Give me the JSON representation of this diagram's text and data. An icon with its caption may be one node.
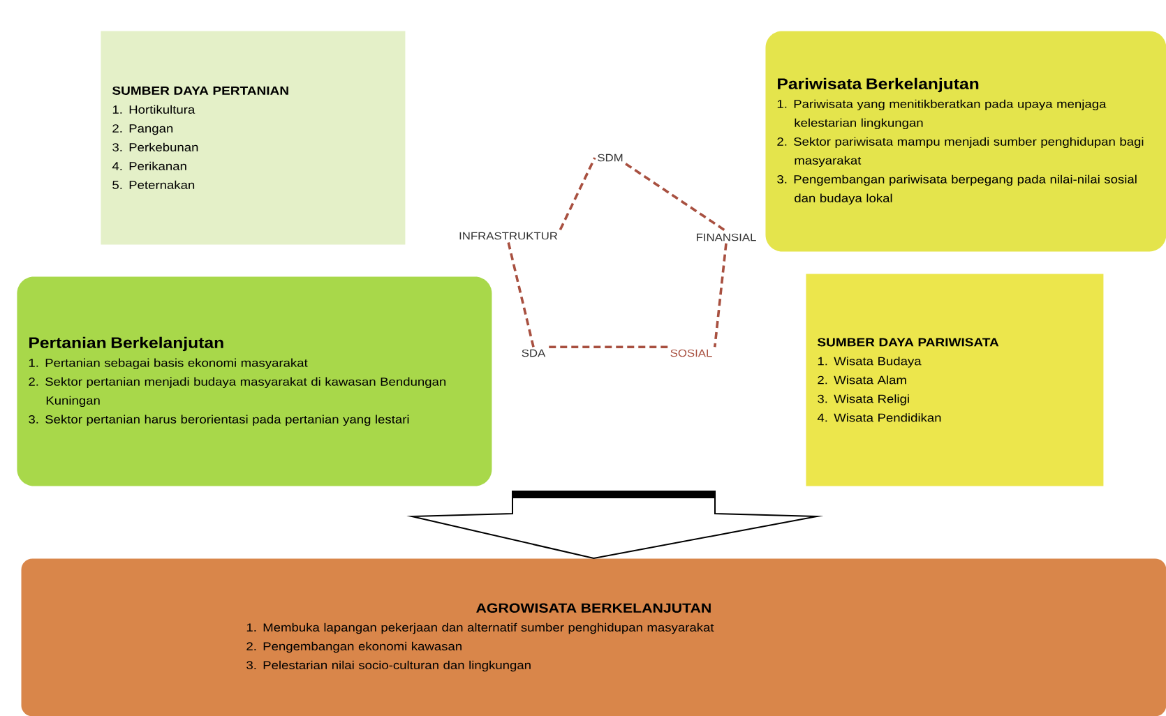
{
  "diagram": {
    "nodes": [
      {
        "text": [
          "SUMBER DAYA PERTANIAN",
          "1. Hortikultura",
          "2. Pangan",
          "3. Perkebunan",
          "4. Perikanan",
          "5. Peternakan"
        ]
      },
      {
        "text": [
          "Pariwisata Berkelanjutan",
          "1. Pariwisata yang menitikberatkan pada upaya menjaga kelestarian lingkungan",
          "2. Sektor pariwisata mampu menjadi sumber penghidupan bagi masyarakat",
          "3. Pengembangan pariwisata berpegang pada nilai-nilai sosial dan budaya lokal"
        ]
      },
      {
        "text": [
          "Pertanian Berkelanjutan",
          "1. Pertanian sebagai basis ekonomi masyarakat",
          "2. Sektor pertanian menjadi budaya masyarakat di kawasan Bendungan Kuningan",
          "3. Sektor pertanian harus berorientasi pada pertanian yang lestari"
        ]
      },
      {
        "text": [
          "SUMBER DAYA PARIWISATA",
          "1. Wisata Budaya",
          "2. Wisata Alam",
          "3. Wisata Religi",
          "4. Wisata Pendidikan"
        ]
      },
      {
        "text": [
          "SDM"
        ]
      },
      {
        "text": [
          "INFRASTRUKTUR"
        ]
      },
      {
        "text": [
          "FINANSIAL"
        ]
      },
      {
        "text": [
          "SDA"
        ]
      },
      {
        "text": [
          "SOSIAL"
        ]
      },
      {
        "text": [
          "AGROWISATA BERKELANJUTAN",
          "1. Membuka lapangan pekerjaan dan alternatif sumber penghidupan masyarakat",
          "2. Pengembangan ekonomi kawasan",
          "3. Pelestarian nilai socio-culturan dan lingkungan"
        ]
      }
    ],
    "edges": [
      {
        "from": 4,
        "to": 6,
        "arrow": "none",
        "style": "dashed",
        "color": "#a85040"
      },
      {
        "from": 6,
        "to": 8,
        "arrow": "none",
        "style": "dashed",
        "color": "#a85040"
      },
      {
        "from": 8,
        "to": 7,
        "arrow": "none",
        "style": "dashed",
        "color": "#a85040"
      },
      {
        "from": 7,
        "to": 5,
        "arrow": "none",
        "style": "dashed",
        "color": "#a85040"
      },
      {
        "from": 5,
        "to": 4,
        "arrow": "none",
        "style": "dashed",
        "color": "#a85040"
      },
      {
        "from": null,
        "to": 9,
        "arrow": "to"
      }
    ]
  }
}
